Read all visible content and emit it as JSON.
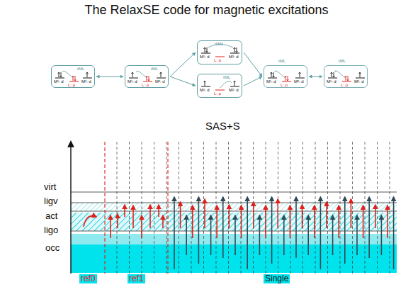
{
  "diagram": {
    "title": "The RelaxSE code for magnetic excitations",
    "nodes": [
      {
        "text": [
          "tML",
          "M¹: d",
          "L: p",
          "M²: d"
        ]
      },
      {
        "text": [
          "tML",
          "M¹: d",
          "L: p",
          "M²: d"
        ]
      },
      {
        "text": [
          "tMM",
          "M¹: d",
          "L: p",
          "M²: d"
        ]
      },
      {
        "text": [
          "tML",
          "M¹: d",
          "L: p",
          "M²: d"
        ]
      },
      {
        "text": [
          "tML",
          "M¹: d",
          "L: p",
          "M²: d"
        ]
      },
      {
        "text": [
          "tML",
          "M¹: d",
          "L: p",
          "M²: d"
        ]
      }
    ],
    "edges": [
      {
        "from": 0,
        "to": 1,
        "arrow": "both"
      },
      {
        "from": 1,
        "to": 2,
        "arrow": "to"
      },
      {
        "from": 1,
        "to": 3,
        "arrow": "to"
      },
      {
        "from": 2,
        "to": 4,
        "arrow": "to"
      },
      {
        "from": 3,
        "to": 4,
        "arrow": "to"
      },
      {
        "from": 4,
        "to": 5,
        "arrow": "both"
      }
    ],
    "labels": [
      "SAS+S",
      "virt",
      "ligv",
      "act",
      "ligo",
      "occ",
      "ref0",
      "ref1",
      "Single"
    ]
  }
}
